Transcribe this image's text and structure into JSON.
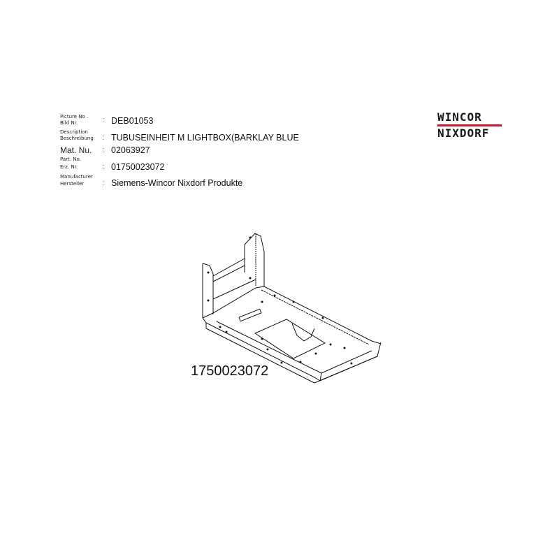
{
  "header": {
    "fields": [
      {
        "label_en": "Picture No .",
        "label_de": "Bild Nr.",
        "value": "DEB01053"
      },
      {
        "label_en": "Description",
        "label_de": "Beschreibung",
        "value": "TUBUSEINHEIT M LIGHTBOX(BARKLAY BLUE"
      },
      {
        "label_main": "Mat. Nu.",
        "value": "02063927"
      },
      {
        "label_en": "Part. No.",
        "label_de": "Erz. Nr.",
        "value": "01750023072"
      },
      {
        "label_en": "Manufacturer",
        "label_de": "Hersteller",
        "value": "Siemens-Wincor Nixdorf Produkte"
      }
    ],
    "separator": ":"
  },
  "logo": {
    "line1": "WINCOR",
    "line2": "NIXDORF",
    "accent_color": "#c2182b"
  },
  "drawing": {
    "part_number_label": "1750023072"
  }
}
